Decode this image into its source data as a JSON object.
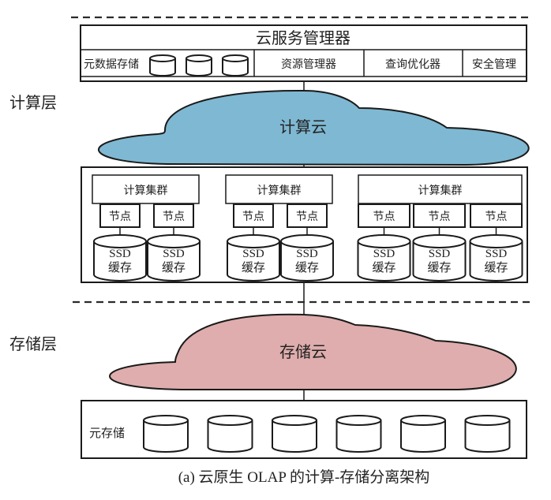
{
  "layers": {
    "compute_label": "计算层",
    "storage_label": "存储层"
  },
  "cloud_service_manager": {
    "title": "云服务管理器",
    "metadata_storage_label": "元数据存储",
    "metadata_disk_count": 3,
    "modules": [
      "资源管理器",
      "查询优化器",
      "安全管理"
    ]
  },
  "compute_cloud": {
    "label": "计算云",
    "color": "#7fb8d2"
  },
  "compute_clusters": [
    {
      "title": "计算集群",
      "nodes": [
        {
          "label": "节点",
          "cache": [
            "SSD",
            "缓存"
          ]
        },
        {
          "label": "节点",
          "cache": [
            "SSD",
            "缓存"
          ]
        }
      ]
    },
    {
      "title": "计算集群",
      "nodes": [
        {
          "label": "节点",
          "cache": [
            "SSD",
            "缓存"
          ]
        },
        {
          "label": "节点",
          "cache": [
            "SSD",
            "缓存"
          ]
        }
      ]
    },
    {
      "title": "计算集群",
      "nodes": [
        {
          "label": "节点",
          "cache": [
            "SSD",
            "缓存"
          ]
        },
        {
          "label": "节点",
          "cache": [
            "SSD",
            "缓存"
          ]
        },
        {
          "label": "节点",
          "cache": [
            "SSD",
            "缓存"
          ]
        }
      ]
    }
  ],
  "storage_cloud": {
    "label": "存储云",
    "color": "#dfadad"
  },
  "object_storage": {
    "label": "元存储",
    "disk_count": 6
  },
  "caption": "(a) 云原生 OLAP 的计算-存储分离架构"
}
